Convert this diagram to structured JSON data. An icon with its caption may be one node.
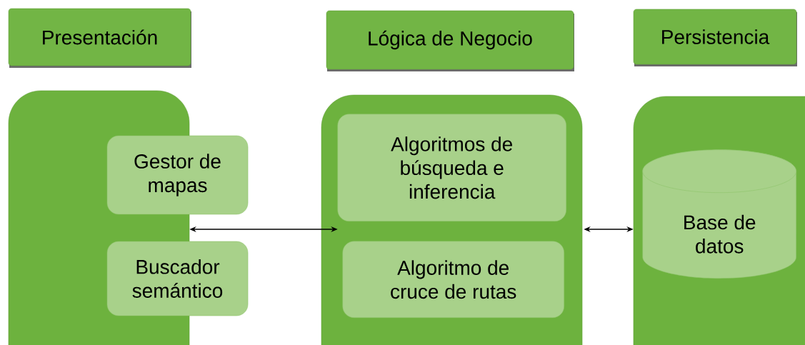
{
  "diagram": {
    "nodes": [
      {
        "text": [
          "Presentación"
        ]
      },
      {
        "text": [
          "Lógica de Negocio"
        ]
      },
      {
        "text": [
          "Persistencia"
        ]
      },
      {
        "text": [],
        "shape": "box"
      },
      {
        "text": [
          "Gestor de mapas"
        ]
      },
      {
        "text": [
          "Buscador semántico"
        ]
      },
      {
        "text": [],
        "shape": "box"
      },
      {
        "text": [
          "Algoritmos de búsqueda e inferencia"
        ],
        "in": 6
      },
      {
        "text": [
          "Algoritmo de cruce de rutas"
        ],
        "in": 6
      },
      {
        "text": [],
        "shape": "box"
      },
      {
        "text": [
          "Base de datos"
        ],
        "in": 9
      }
    ],
    "edges": [
      {
        "from": 3,
        "to": 6,
        "arrow": "both"
      },
      {
        "from": 6,
        "to": 9,
        "arrow": "both"
      }
    ]
  }
}
